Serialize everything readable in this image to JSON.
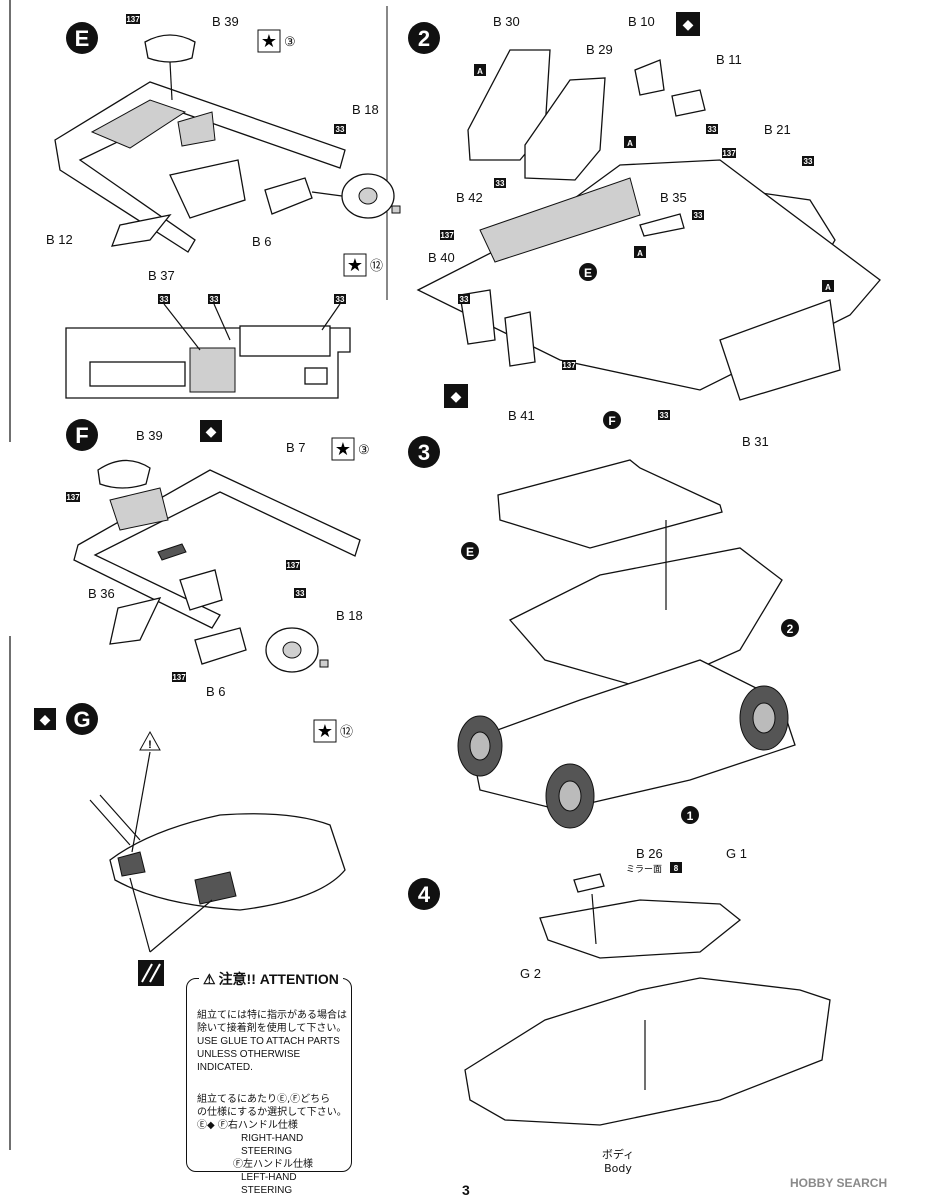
{
  "page_number": "3",
  "watermark": "HOBBY SEARCH",
  "sections": {
    "E": {
      "marker": "E",
      "parts": [
        "B 39",
        "B 18",
        "B 12",
        "B 6",
        "B 37"
      ],
      "badges": [
        "137",
        "33",
        "33",
        "33",
        "33"
      ],
      "decal_refs": [
        "③",
        "⑫"
      ]
    },
    "F": {
      "marker": "F",
      "parts": [
        "B 39",
        "B 7",
        "B 36",
        "B 18",
        "B 6"
      ],
      "badges": [
        "137",
        "137",
        "33",
        "137"
      ],
      "decal_refs": [
        "③",
        "⑫"
      ]
    },
    "G": {
      "marker": "G"
    },
    "step2": {
      "number": "2",
      "parts": [
        "B 30",
        "B 29",
        "B 10",
        "B 11",
        "B 21",
        "B 42",
        "B 35",
        "B 40",
        "B 41",
        "B 31"
      ],
      "part_letters": [
        "A",
        "A",
        "A",
        "A"
      ],
      "badges": [
        "33",
        "33",
        "137",
        "33",
        "33",
        "137",
        "33",
        "137",
        "33"
      ],
      "refs": [
        "E",
        "F"
      ]
    },
    "step3": {
      "number": "3",
      "refs": [
        "E",
        "2",
        "1"
      ]
    },
    "step4": {
      "number": "4",
      "parts": [
        "B 26",
        "G 1",
        "G 2"
      ],
      "mirror_label": "ミラー面",
      "mirror_badge": "8",
      "body_jp": "ボディ",
      "body_en": "Body"
    }
  },
  "attention": {
    "title_jp": "注意!!",
    "title_en": "ATTENTION",
    "line1_jp": "組立てには特に指示がある場合は",
    "line2_jp": "除いて接着剤を使用して下さい。",
    "line1_en": "USE GLUE TO ATTACH PARTS",
    "line2_en": "UNLESS OTHERWISE INDICATED.",
    "line3_jp": "組立てるにあたりⒺ,Ⓕどちら",
    "line4_jp": "の仕様にするか選択して下さい。",
    "rh_jp": "右ハンドル仕様",
    "rh_en": "RIGHT-HAND STEERING",
    "lh_jp": "Ⓕ左ハンドル仕様",
    "lh_en": "LEFT-HAND STEERING",
    "rh_prefix": "Ⓔ",
    "rh_f": "Ⓕ"
  }
}
